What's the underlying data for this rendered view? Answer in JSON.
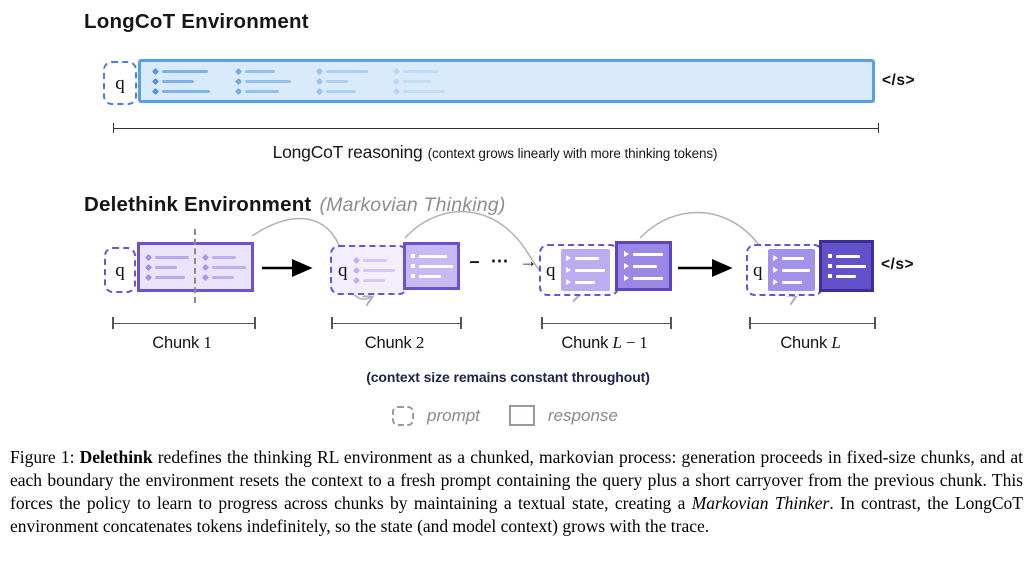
{
  "longcot": {
    "title": "LongCoT Environment",
    "query": "q",
    "eos": "</s>",
    "brace_label": "LongCoT reasoning",
    "brace_note": "(context grows linearly with more thinking tokens)"
  },
  "delethink": {
    "title": "Delethink Environment",
    "subtitle": "(Markovian Thinking)",
    "query": "q",
    "eos": "</s>",
    "connector": "– ⋯ →",
    "note": "(context size remains constant throughout)",
    "chunks": [
      {
        "label": "Chunk",
        "var_letter": "",
        "var_rest": "1"
      },
      {
        "label": "Chunk",
        "var_letter": "",
        "var_rest": "2"
      },
      {
        "label": "Chunk",
        "var_letter": "L",
        "var_rest": " − 1"
      },
      {
        "label": "Chunk",
        "var_letter": "L",
        "var_rest": ""
      }
    ]
  },
  "legend": {
    "prompt": "prompt",
    "response": "response"
  },
  "caption": {
    "p1": "Figure 1: ",
    "b1": "Delethink",
    "p2": " redefines the thinking RL environment as a chunked, markovian process: generation proceeds in fixed-size chunks, and at each boundary the environment resets the context to a fresh prompt containing the query plus a short carryover from the previous chunk. This forces the policy to learn to progress across chunks by maintaining a textual state, creating a ",
    "i1": "Markovian Thinker",
    "p3": ". In contrast, the LongCoT environment concatenates tokens indefinitely, so the state (and model context) grows with the trace."
  },
  "colors": {
    "blue_border": "#57a0e4",
    "blue_fill": "#d9ebfb",
    "blue_dashed": "#4a7ee0",
    "purple_border": "#6a52d0",
    "purple_fill_light": "#e9e4f9",
    "purple_fill_mid": "#c8b9f3",
    "purple_fill_deep": "#9d87e5",
    "purple_fill_dark": "#6351c9",
    "purple_border_dark": "#3e2e99",
    "legend_gray": "#9a9a9a",
    "note_navy": "#20244a"
  }
}
